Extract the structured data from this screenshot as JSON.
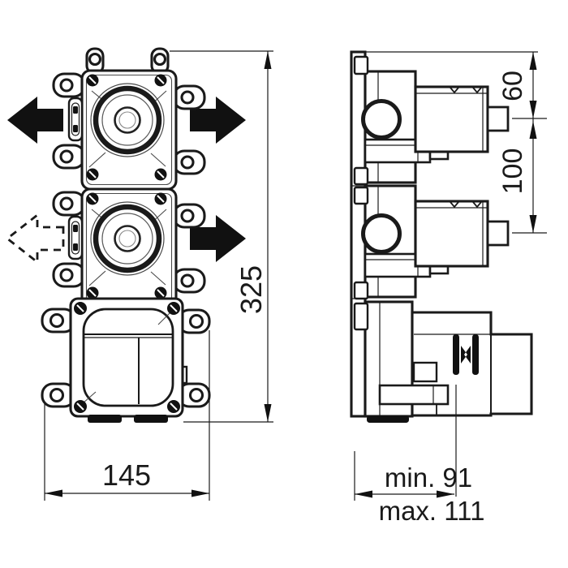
{
  "dimensions": {
    "total_height": "325",
    "total_width": "145",
    "top_to_first_spindle": "60",
    "spindle_spacing": "100",
    "depth_min": "min. 91",
    "depth_max": "max. 111"
  },
  "icons": {
    "arrow_module1_left": "flow-arrow-left-solid",
    "arrow_module1_right": "flow-arrow-right-solid",
    "arrow_module2_left": "flow-arrow-left-dashed-optional",
    "arrow_module2_right": "flow-arrow-right-solid"
  },
  "colors": {
    "line": "#1a1a1a",
    "background": "#ffffff",
    "arrow": "#111111"
  }
}
